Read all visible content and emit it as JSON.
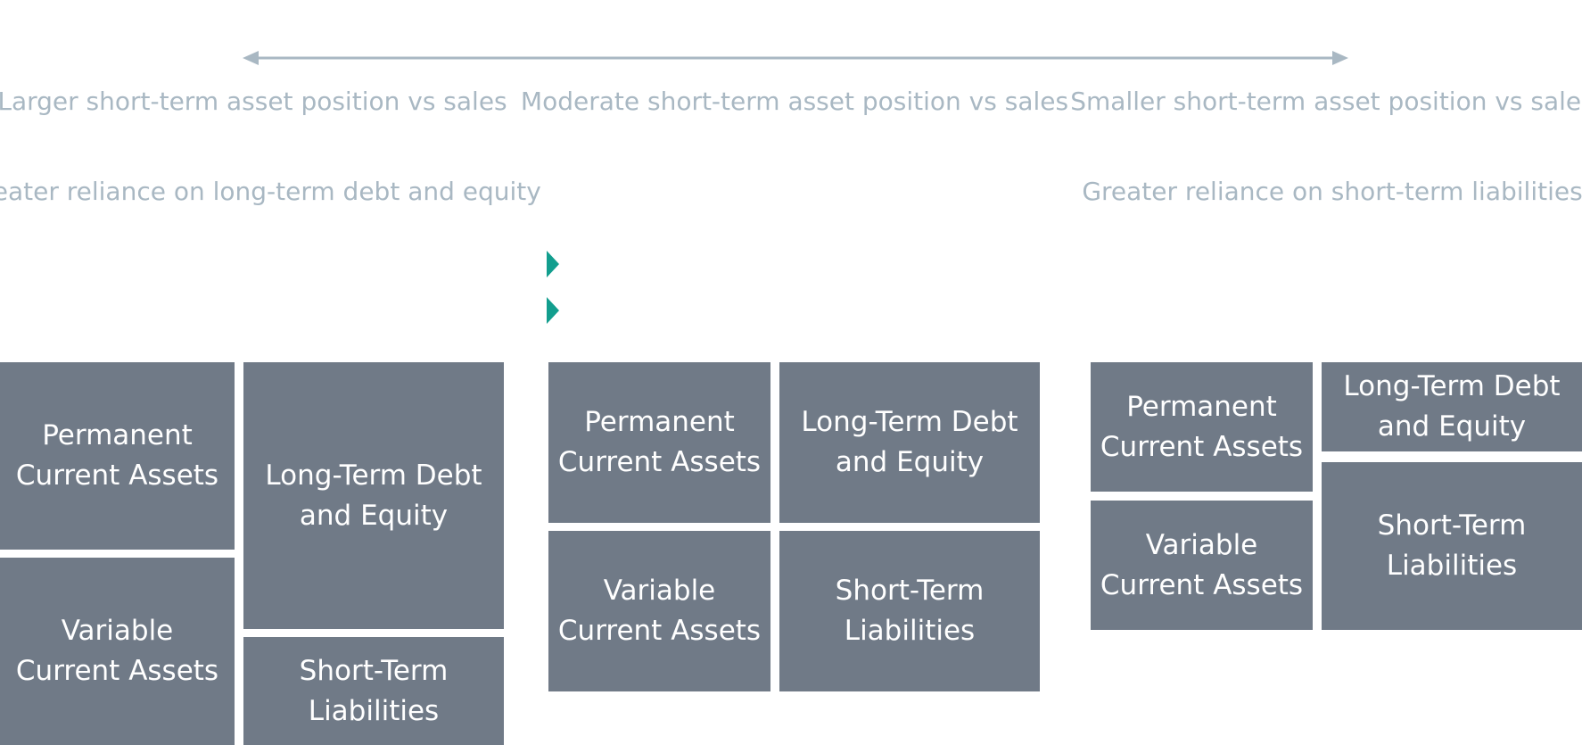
{
  "colors": {
    "arrow": "#a9b8c3",
    "text_muted": "#a9b8c3",
    "box_fill": "#707a87",
    "box_text": "#ffffff",
    "marker": "#129e8e"
  },
  "descriptions": {
    "left_position": "Larger short-term\nasset position vs sales",
    "left_reliance": "Greater reliance on\nlong-term debt and equity",
    "middle_position": "Moderate short-term\nasset position vs sales",
    "right_position": "Smaller short-term\nasset position vs sales",
    "right_reliance": "Greater reliance on\nshort-term liabilities"
  },
  "panels": {
    "left": {
      "permanent": "Permanent\nCurrent Assets",
      "variable": "Variable\nCurrent Assets",
      "long_term": "Long-Term Debt\nand Equity",
      "short_term": "Short-Term\nLiabilities"
    },
    "middle": {
      "permanent": "Permanent\nCurrent Assets",
      "variable": "Variable\nCurrent Assets",
      "long_term": "Long-Term Debt\nand Equity",
      "short_term": "Short-Term\nLiabilities"
    },
    "right": {
      "permanent": "Permanent\nCurrent Assets",
      "variable": "Variable\nCurrent Assets",
      "long_term": "Long-Term Debt\nand Equity",
      "short_term": "Short-Term\nLiabilities"
    }
  }
}
